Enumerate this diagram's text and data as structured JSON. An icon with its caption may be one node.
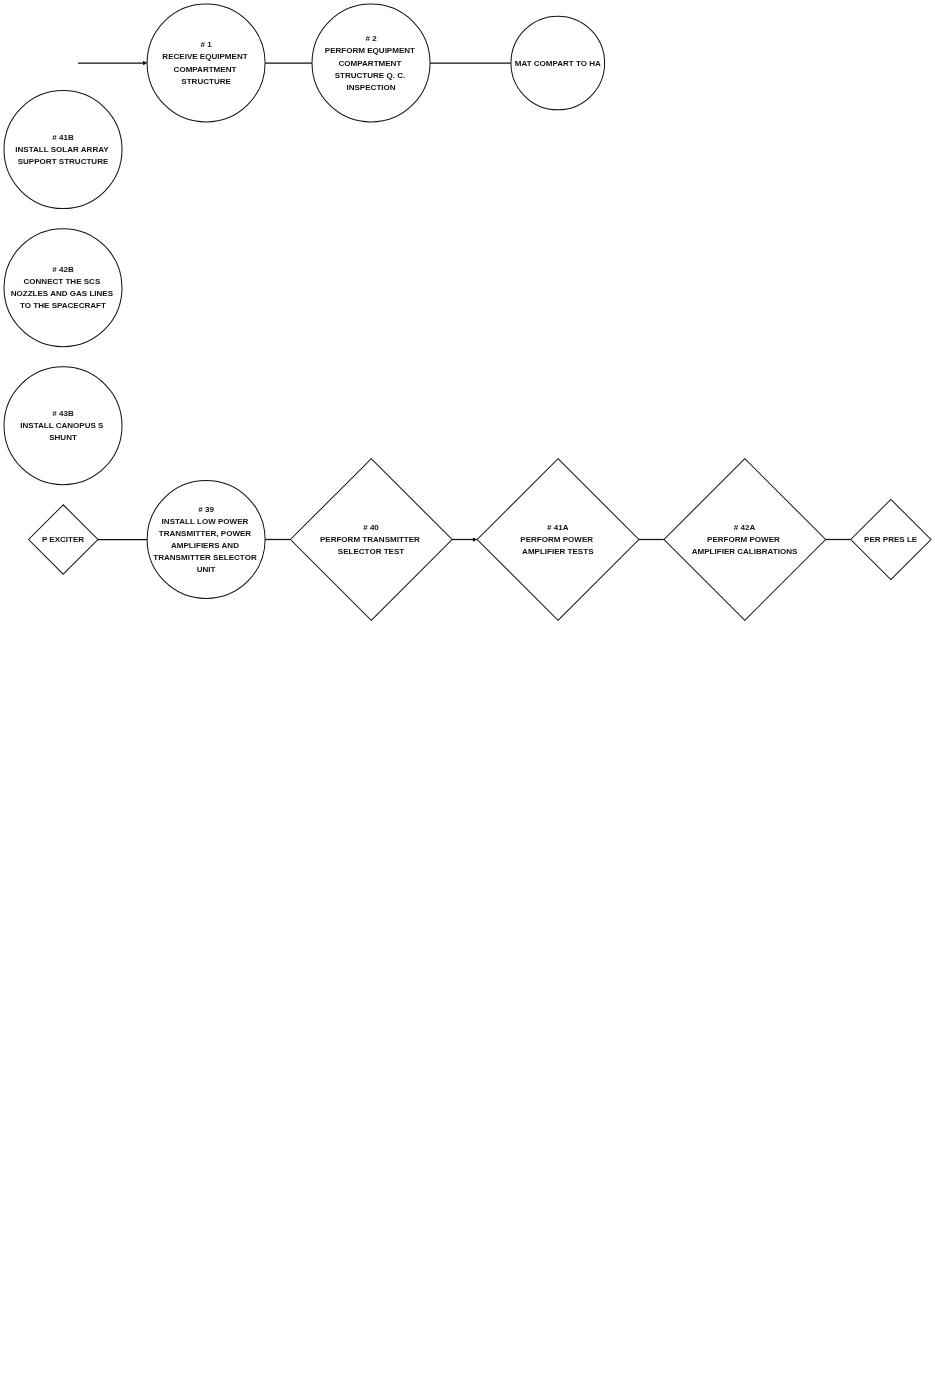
{
  "diagram": {
    "nodes": [
      {
        "text": [
          "# 1",
          "RECEIVE EQUIPMENT COMPARTMENT STRUCTURE"
        ]
      },
      {
        "text": [
          "# 2",
          "PERFORM EQUIPMENT COMPARTMENT STRUCTURE Q. C. INSPECTION"
        ]
      },
      {
        "text": [
          "MAT COMPART TO HA"
        ]
      },
      {
        "text": [
          "# 40",
          "PERFORM TRANSMITTER SELECTOR TEST"
        ]
      },
      {
        "text": [
          "# 39",
          "INSTALL LOW POWER TRANSMITTER, POWER AMPLIFIERS AND TRANSMITTER SELECTOR UNIT"
        ]
      },
      {
        "text": [
          "P EXCITER"
        ]
      },
      {
        "text": [
          "# 41A",
          "PERFORM POWER AMPLIFIER TESTS"
        ]
      },
      {
        "text": [
          "# 42A",
          "PERFORM POWER AMPLIFIER CALIBRATIONS"
        ]
      },
      {
        "text": [
          "PER PRES LE"
        ]
      },
      {
        "text": [
          "# 41B",
          "INSTALL SOLAR ARRAY SUPPORT STRUCTURE"
        ]
      },
      {
        "text": [
          "# 42B",
          "CONNECT THE SCS NOZZLES AND GAS LINES TO THE SPACECRAFT"
        ]
      },
      {
        "text": [
          "# 43B",
          "INSTALL CANOPUS S SHUNT"
        ]
      }
    ],
    "edges": [
      {
        "from": null,
        "to": 0,
        "arrow": "to"
      },
      {
        "from": 0,
        "to": 1,
        "arrow": "none"
      },
      {
        "from": 1,
        "to": 2,
        "arrow": "none"
      },
      {
        "from": 5,
        "to": 4,
        "arrow": "none"
      },
      {
        "from": 4,
        "to": 3,
        "arrow": "none"
      },
      {
        "from": 3,
        "to": 6,
        "arrow": "to"
      },
      {
        "from": 6,
        "to": 7,
        "arrow": "none"
      },
      {
        "from": 7,
        "to": 8,
        "arrow": "none"
      }
    ]
  }
}
